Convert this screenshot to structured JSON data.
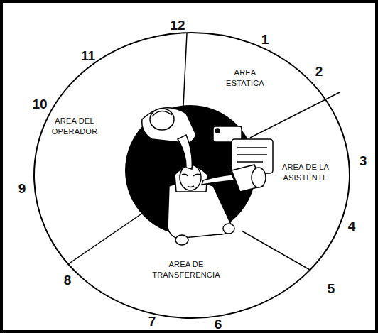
{
  "diagram": {
    "labels": [
      "12",
      "1",
      "2",
      "3",
      "4",
      "5",
      "6",
      "7",
      "8",
      "9",
      "10",
      "11",
      "AREA ESTATICA",
      "AREA DE LA ASISTENTE",
      "AREA DE TRANSFERENCIA",
      "AREA DEL OPERADOR"
    ]
  }
}
